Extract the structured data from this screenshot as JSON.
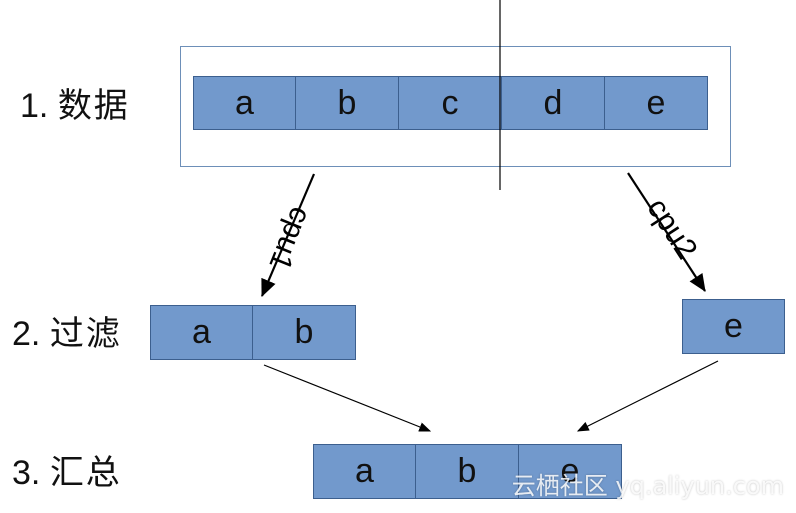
{
  "steps": [
    {
      "num": "1.",
      "label": "数据"
    },
    {
      "num": "2.",
      "label": "过滤"
    },
    {
      "num": "3.",
      "label": "汇总"
    }
  ],
  "data_row": [
    "a",
    "b",
    "c",
    "d",
    "e"
  ],
  "filter_left": [
    "a",
    "b"
  ],
  "filter_right": [
    "e"
  ],
  "summary_row": [
    "a",
    "b",
    "e"
  ],
  "cpu1_label": "cpu1",
  "cpu2_label": "cpu2",
  "watermark": "云栖社区 yq.aliyun.com",
  "colors": {
    "cell_fill": "#7299cc",
    "cell_border": "#3c5f8e",
    "frame": "#6d8fb8"
  }
}
